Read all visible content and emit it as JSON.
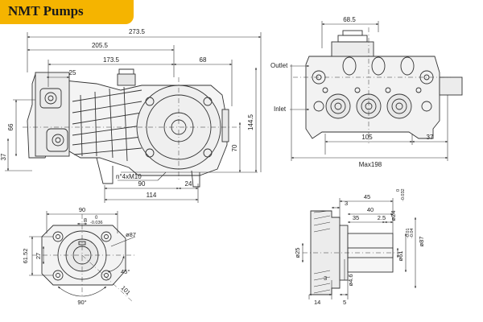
{
  "brand": {
    "title": "NMT Pumps"
  },
  "side_view": {
    "dims": [
      "273.5",
      "205.5",
      "173.5",
      "68",
      "25",
      "66",
      "37",
      "144.5",
      "70",
      "90",
      "24",
      "114"
    ],
    "thread": "n°4xM10"
  },
  "front_view": {
    "dims": [
      "68.5",
      "105",
      "37",
      "Max198"
    ],
    "outlet_label": "Outlet",
    "inlet_label": "Inlet"
  },
  "flange_view": {
    "dims": [
      "90",
      "8",
      "0",
      "-0.036",
      "61.52",
      "27",
      "90°",
      "45°",
      "101",
      "ø87"
    ]
  },
  "shaft_view": {
    "dims": [
      "45",
      "3",
      "40",
      "35",
      "2.5",
      "ø24",
      "0",
      "-0.032",
      "ø61",
      "-0.01",
      "-0.04",
      "ø87",
      "ø25",
      "ø4.6",
      "14",
      "5",
      "3"
    ]
  }
}
